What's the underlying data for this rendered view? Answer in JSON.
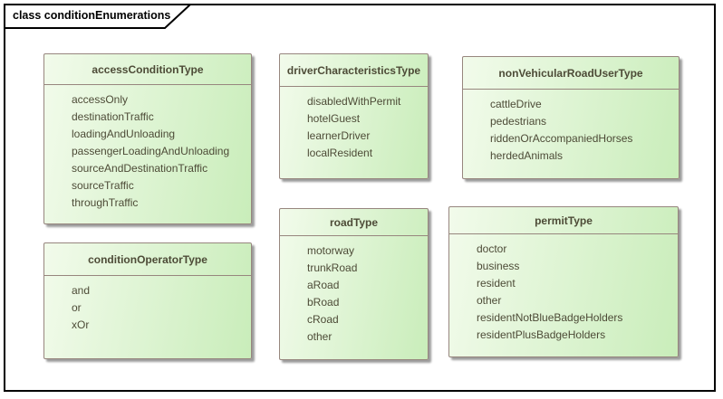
{
  "frame": {
    "title": "class conditionEnumerations"
  },
  "colors": {
    "box_fill_light": "#f2fbeb",
    "box_fill_dark": "#c9edba",
    "box_border": "#97867e",
    "box_text": "#4d4b37",
    "frame_border": "#000000",
    "shadow": "#9c9c9c"
  },
  "enumerations": [
    {
      "name": "accessConditionType",
      "literals": [
        "accessOnly",
        "destinationTraffic",
        "loadingAndUnloading",
        "passengerLoadingAndUnloading",
        "sourceAndDestinationTraffic",
        "sourceTraffic",
        "throughTraffic"
      ]
    },
    {
      "name": "driverCharacteristicsType",
      "literals": [
        "disabledWithPermit",
        "hotelGuest",
        "learnerDriver",
        "localResident"
      ]
    },
    {
      "name": "nonVehicularRoadUserType",
      "literals": [
        "cattleDrive",
        "pedestrians",
        "riddenOrAccompaniedHorses",
        "herdedAnimals"
      ]
    },
    {
      "name": "conditionOperatorType",
      "literals": [
        "and",
        "or",
        "xOr"
      ]
    },
    {
      "name": "roadType",
      "literals": [
        "motorway",
        "trunkRoad",
        "aRoad",
        "bRoad",
        "cRoad",
        "other"
      ]
    },
    {
      "name": "permitType",
      "literals": [
        "doctor",
        "business",
        "resident",
        "other",
        "residentNotBlueBadgeHolders",
        "residentPlusBadgeHolders"
      ]
    }
  ]
}
